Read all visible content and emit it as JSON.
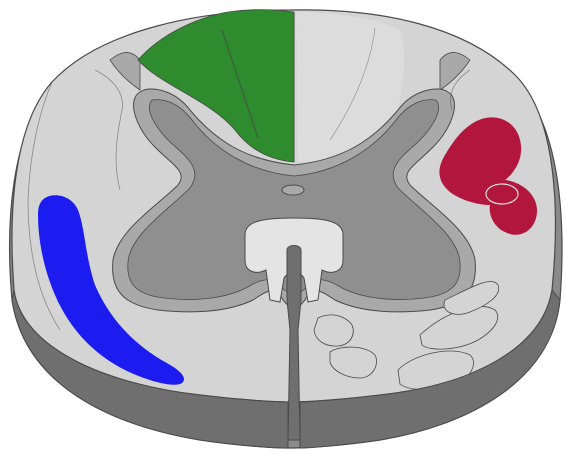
{
  "figure": {
    "subject": "spinal-cord-cross-section",
    "colors": {
      "background": "#ffffff",
      "white_matter": "#d4d4d4",
      "white_matter_light": "#dcdcdc",
      "rim": "#8a8a8a",
      "rim_shadow": "#6f6f6f",
      "grey_matter_outer": "#a9a9a9",
      "grey_matter_inner": "#8f8f8f",
      "commissure": "#e4e4e4",
      "outline": "#4a4a4a",
      "dorsal_column_tract": "#2e8b2e",
      "spinocerebellar_tract": "#b3163c",
      "corticospinal_tract": "#1c1cf0"
    },
    "regions": [
      {
        "name": "dorsal-column-tract",
        "color_key": "dorsal_column_tract"
      },
      {
        "name": "spinocerebellar-tract",
        "color_key": "spinocerebellar_tract"
      },
      {
        "name": "corticospinal-tract",
        "color_key": "corticospinal_tract"
      }
    ]
  }
}
